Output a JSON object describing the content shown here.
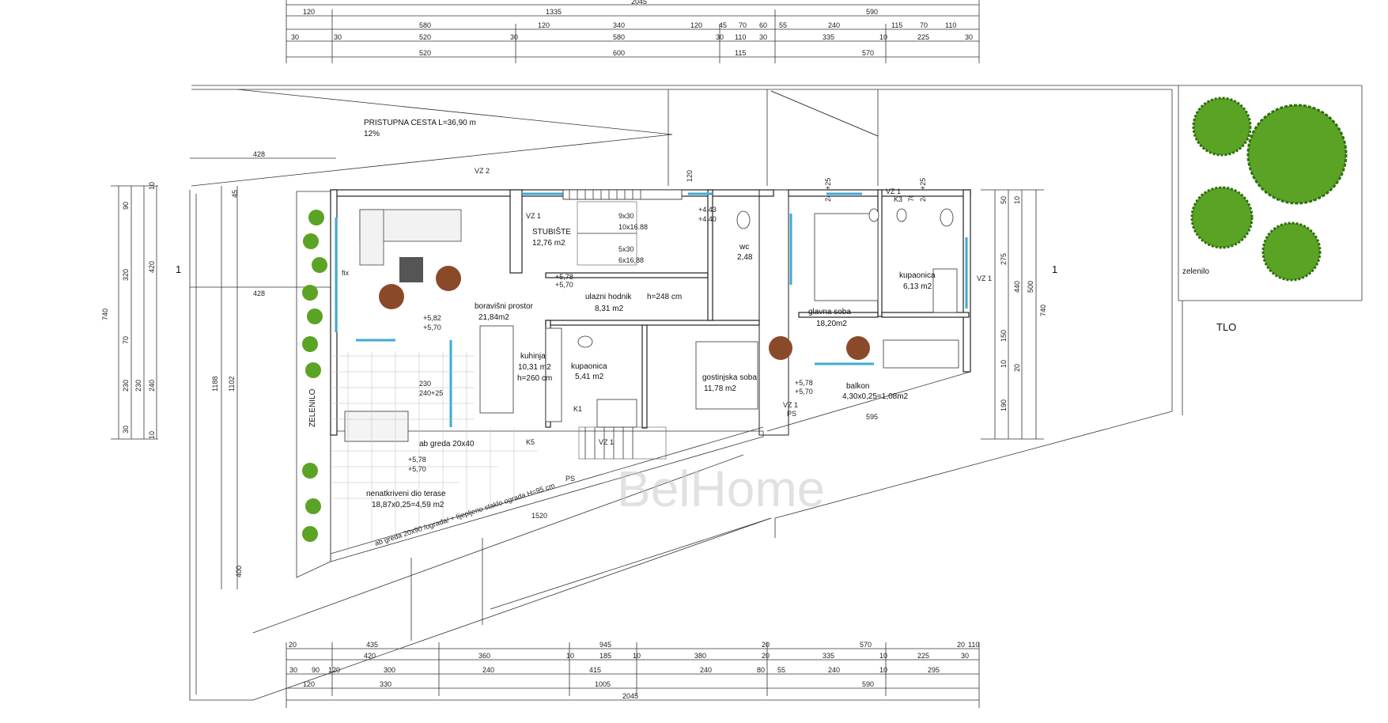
{
  "colors": {
    "line": "#222222",
    "glass": "#3fa9d6",
    "tree": "#5aa324",
    "tree_dark": "#2f6d12",
    "furniture": "#8a4a2a",
    "watermark": "#c8c8c8"
  },
  "top_dimensions": {
    "row1": [
      "2045"
    ],
    "row2": [
      "120",
      "1335",
      "590"
    ],
    "row3": [
      "580",
      "120",
      "340",
      "120",
      "45",
      "70",
      "60",
      "55",
      "240",
      "115",
      "70",
      "110"
    ],
    "row4": [
      "30",
      "30",
      "520",
      "30",
      "580",
      "30",
      "110",
      "30",
      "335",
      "10",
      "225",
      "30"
    ],
    "row5": [
      "520",
      "600",
      "115",
      "570"
    ]
  },
  "bottom_dimensions": {
    "row1": [
      "20",
      "435",
      "945",
      "20",
      "570",
      "20",
      "110"
    ],
    "row2": [
      "420",
      "360",
      "10",
      "185",
      "10",
      "380",
      "20",
      "335",
      "10",
      "225",
      "30"
    ],
    "row3": [
      "30",
      "90",
      "120",
      "300",
      "240",
      "415",
      "240",
      "80",
      "55",
      "240",
      "10",
      "295"
    ],
    "row4": [
      "120",
      "330",
      "1005",
      "590"
    ],
    "row5": [
      "2045"
    ]
  },
  "left_dimensions": [
    "740",
    "90",
    "320",
    "70",
    "230",
    "30",
    "420",
    "230",
    "240",
    "10",
    "1188",
    "1102",
    "428",
    "428",
    "45",
    "10",
    "400"
  ],
  "right_dimensions": [
    "50",
    "275",
    "440",
    "500",
    "150",
    "10",
    "190",
    "740",
    "20",
    "10",
    "240+25",
    "70",
    "120",
    "240+25"
  ],
  "labels": {
    "access_road": "PRISTUPNA CESTA  L=36,90 m",
    "access_road_slope": "12%",
    "stairs": "STUBIŠTE",
    "stairs_area": "12,76 m2",
    "stairs_runs": [
      "9x30",
      "10x16.88",
      "5x30",
      "6x16,88"
    ],
    "living": "boravišni prostor",
    "living_area": "21,84m2",
    "kitchen": "kuhinja",
    "kitchen_area": "10,31 m2",
    "kitchen_height": "h=260 cm",
    "entry": "ulazni hodnik",
    "entry_area": "8,31 m2",
    "entry_height": "h=248 cm",
    "wc": "wc",
    "wc_area": "2,48",
    "bath1": "kupaonica",
    "bath1_area": "5,41 m2",
    "bath2": "kupaonica",
    "bath2_area": "6,13 m2",
    "master": "glavna soba",
    "master_area": "18,20m2",
    "guest": "gostinjska soba",
    "guest_area": "11,78 m2",
    "balcony": "balkon",
    "balcony_area": "4,30x0,25=1,08m2",
    "terrace": "nenatkriveni dio terase",
    "terrace_area": "18,87x0,25=4,59 m2",
    "beam": "ab greda 20x40",
    "railing": "ab greda 20x90 /ograda/ + lijepljeno staklo ograda H=95 cm",
    "green_strip": "ZELENILO",
    "greenery": "zelenilo",
    "ground": "TLO",
    "section": "1",
    "vz1": "VZ 1",
    "vz2": "VZ 2",
    "k1": "K1",
    "k3": "K3",
    "k5": "K5",
    "ps": "PS",
    "fix": "fix",
    "lvl1a": "+5,78",
    "lvl1b": "+5,70",
    "lvl2a": "+5,82",
    "lvl2b": "+5,70",
    "lvl3a": "+4,43",
    "lvl3b": "+4,40",
    "lvl4a": "+5,78",
    "lvl4b": "+5,70",
    "lvl5a": "+5,78",
    "lvl5b": "+5,70",
    "dim_1520": "1520",
    "dim_595": "595",
    "dim_230": "230",
    "dim_24025": "240+25",
    "wm": "BelHome"
  }
}
